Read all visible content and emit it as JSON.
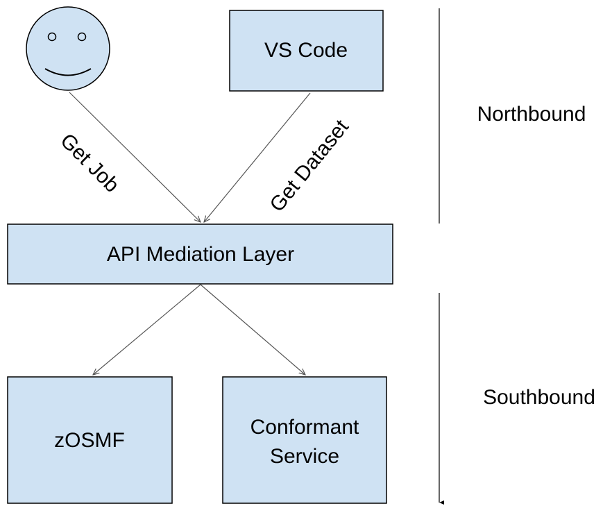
{
  "diagram": {
    "nodes": {
      "user": {
        "shape": "smiley face"
      },
      "vs_code": {
        "label": "VS Code"
      },
      "api_layer": {
        "label": "API Mediation Layer"
      },
      "zosmf": {
        "label": "zOSMF"
      },
      "conformant": {
        "line1": "Conformant",
        "line2": "Service"
      }
    },
    "edges": {
      "get_job": {
        "label": "Get Job",
        "from": "user",
        "to": "api_layer"
      },
      "get_dataset": {
        "label": "Get Dataset",
        "from": "vs_code",
        "to": "api_layer"
      },
      "to_zosmf": {
        "from": "api_layer",
        "to": "zosmf"
      },
      "to_conformant": {
        "from": "api_layer",
        "to": "conformant"
      }
    },
    "sides": {
      "northbound": "Northbound",
      "southbound": "Southbound"
    },
    "colors": {
      "box_fill": "#cfe2f3",
      "outline": "#000000",
      "arrow": "#555555"
    }
  }
}
